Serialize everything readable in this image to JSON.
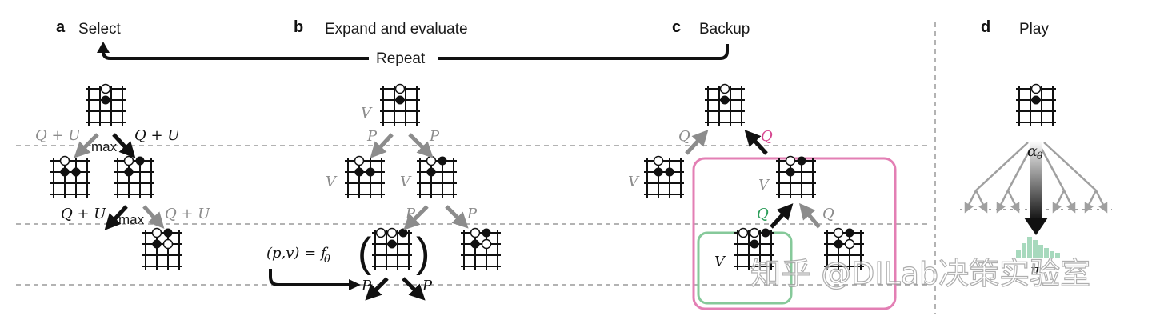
{
  "panels": {
    "a": {
      "letter": "a",
      "title": "Select"
    },
    "b": {
      "letter": "b",
      "title": "Expand and evaluate"
    },
    "c": {
      "letter": "c",
      "title": "Backup"
    },
    "d": {
      "letter": "d",
      "title": "Play"
    }
  },
  "repeat_label": "Repeat",
  "select": {
    "q_plus_u": "Q + U",
    "max": "max"
  },
  "expand": {
    "v": "V",
    "p": "P",
    "network_lhs": "(p,v) = f",
    "network_sub": "θ",
    "paren_open": "(",
    "paren_close": ")"
  },
  "backup": {
    "q": "Q",
    "v": "V"
  },
  "play": {
    "alpha": "α",
    "alpha_sub": "θ",
    "pi": "π"
  },
  "colors": {
    "grey_arrow": "#8c8c8c",
    "black_arrow": "#111111",
    "pink_box": "#e37fb4",
    "green_box": "#86c99a",
    "histogram": "#a7d9bd",
    "dashed_rule": "#9a9a9a"
  },
  "watermark": "知乎 @DILab决策实验室"
}
